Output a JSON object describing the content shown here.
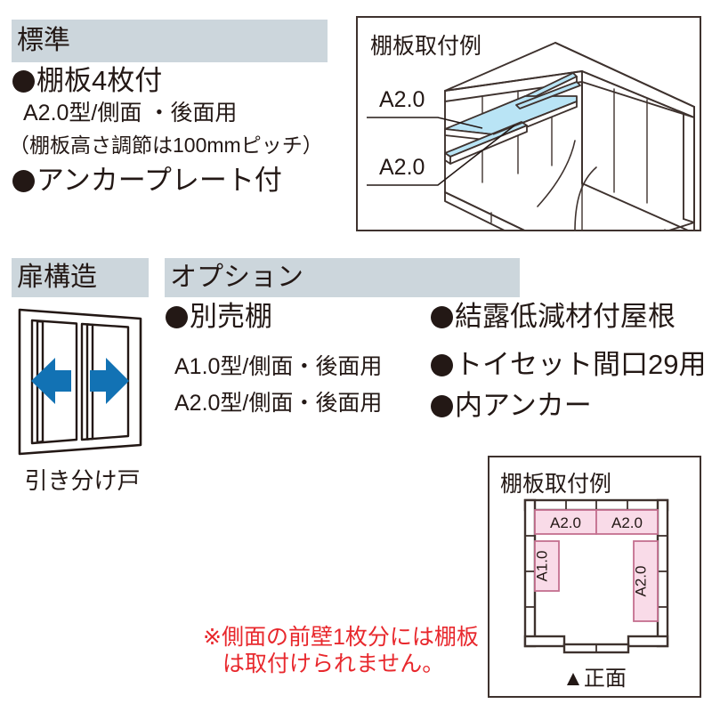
{
  "standard": {
    "header": "標準",
    "items": [
      {
        "type": "bullet",
        "text": "棚板4枚付"
      },
      {
        "type": "sub",
        "text": "A2.0型/側面 ・後面用"
      },
      {
        "type": "paren",
        "text": "（棚板高さ調節は100mmピッチ）"
      },
      {
        "type": "bullet",
        "text": "アンカープレート付"
      }
    ]
  },
  "shelf_example_3d": {
    "title": "棚板取付例",
    "label_upper": "A2.0",
    "label_lower": "A2.0",
    "shelf_color": "#b9e4f5",
    "line_color": "#3e322e"
  },
  "door": {
    "header": "扉構造",
    "caption": "引き分け戸",
    "arrow_left": "arrow-left-icon",
    "arrow_right": "arrow-right-icon",
    "arrow_color": "#1272b4"
  },
  "options": {
    "header": "オプション",
    "left_column": [
      {
        "type": "bullet",
        "text": "別売棚"
      },
      {
        "type": "sub",
        "text": "A1.0型/側面・後面用"
      },
      {
        "type": "sub",
        "text": "A2.0型/側面・後面用"
      }
    ],
    "right_column": [
      {
        "type": "bullet",
        "text": "結露低減材付屋根"
      },
      {
        "type": "bullet",
        "text": "トイセット間口29用"
      },
      {
        "type": "bullet",
        "text": "内アンカー"
      }
    ]
  },
  "warning": {
    "line1": "※側面の前壁1枚分には棚板",
    "line2": "は取付けられません。",
    "color": "#e8282d"
  },
  "floor_plan": {
    "title": "棚板取付例",
    "caption": "▲正面",
    "shelf_fill": "#f9dbe8",
    "shelf_stroke": "#c4708f",
    "line_color": "#3e322e",
    "shelves": [
      {
        "id": "back-left",
        "label": "A2.0",
        "orientation": "horizontal"
      },
      {
        "id": "back-right",
        "label": "A2.0",
        "orientation": "horizontal"
      },
      {
        "id": "left-side",
        "label": "A1.0",
        "orientation": "vertical"
      },
      {
        "id": "right-side",
        "label": "A2.0",
        "orientation": "vertical"
      }
    ]
  },
  "theme": {
    "bar_bg": "#ccd6dc",
    "ink": "#231815",
    "frame": "#3e322e"
  }
}
